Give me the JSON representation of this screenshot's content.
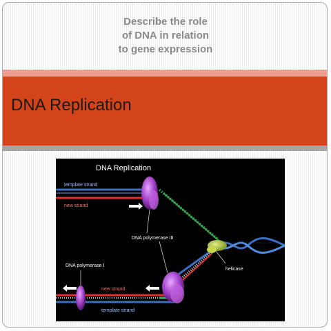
{
  "slide": {
    "subtitle": "Describe the role\nof DNA in relation\nto gene expression",
    "title": "DNA Replication"
  },
  "figure": {
    "title": "DNA Replication",
    "labels": {
      "template_strand_top": "template strand",
      "new_strand_top": "new strand",
      "polymerase_iii": "DNA polymerase III",
      "polymerase_i": "DNA polymerase I",
      "helicase": "helicase",
      "new_strand_bottom": "new strand",
      "template_strand_bottom": "template strand"
    },
    "colors": {
      "template_strand": "#3b6fc4",
      "new_strand": "#e03030",
      "polymerase": "#a040c8",
      "helicase": "#a9c23a",
      "background": "#000000"
    }
  }
}
